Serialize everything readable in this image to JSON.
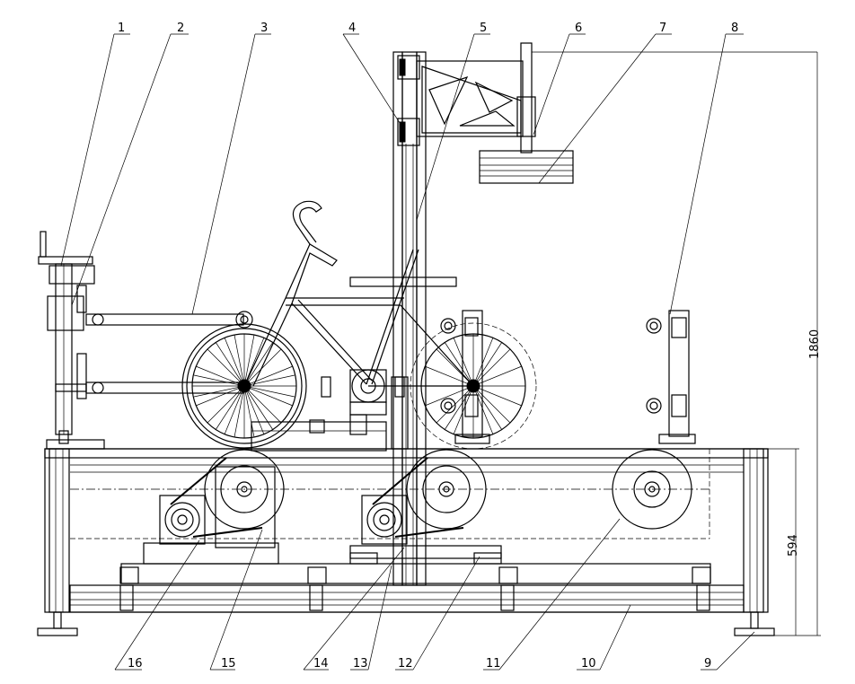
{
  "callouts": [
    "1",
    "2",
    "3",
    "4",
    "5",
    "6",
    "7",
    "8",
    "9",
    "10",
    "11",
    "12",
    "13",
    "14",
    "15",
    "16"
  ],
  "dimensions": {
    "overall_height": "1860",
    "frame_height": "594"
  }
}
